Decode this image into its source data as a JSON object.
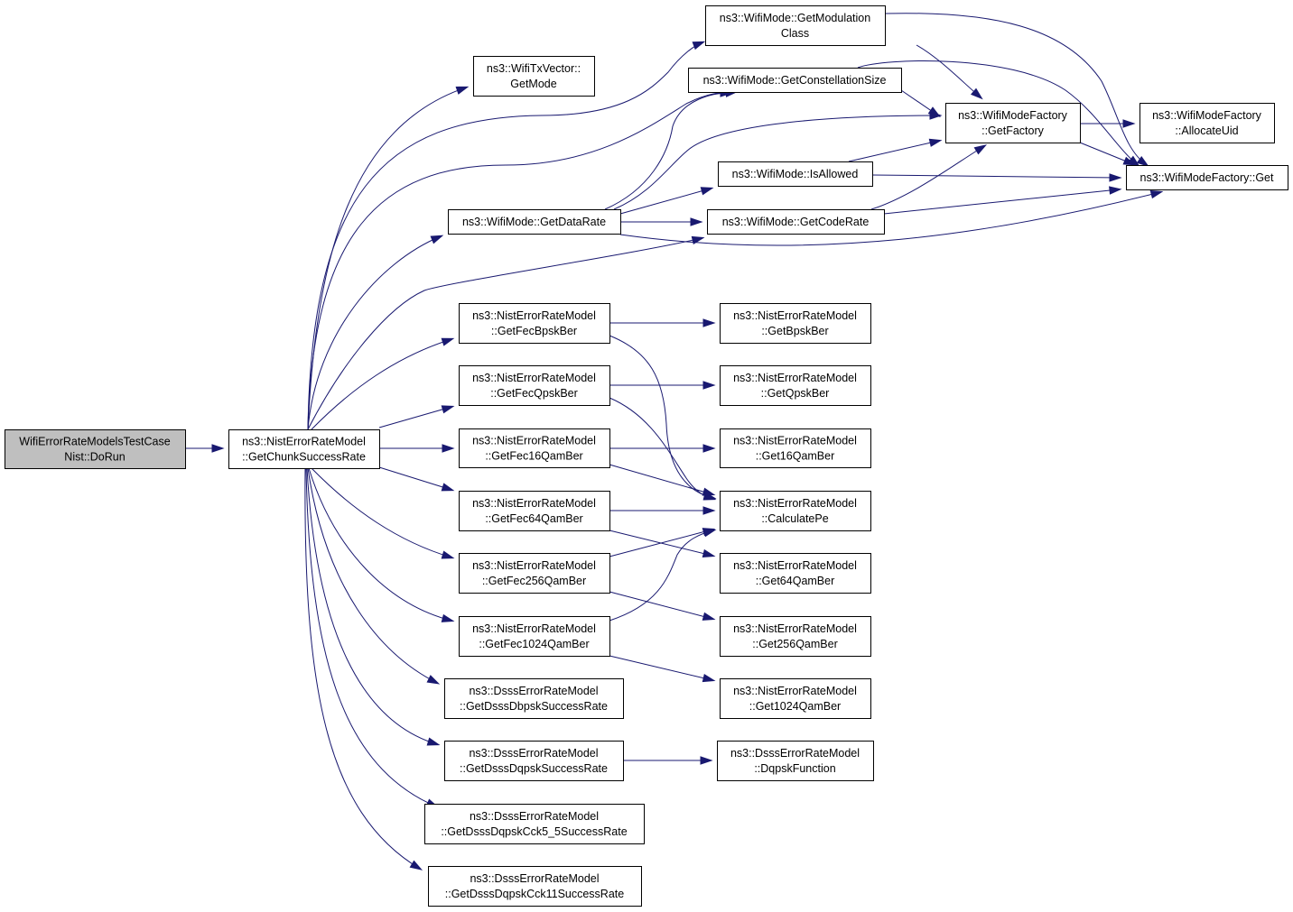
{
  "diagram": {
    "edge_color": "#191970",
    "root_fill": "#bfbfbf",
    "nodes": [
      {
        "id": "doRun",
        "lines": [
          "WifiErrorRateModelsTestCase",
          "Nist::DoRun"
        ],
        "root": true
      },
      {
        "id": "getChunk",
        "lines": [
          "ns3::NistErrorRateModel",
          "::GetChunkSuccessRate"
        ]
      },
      {
        "id": "txGetMode",
        "lines": [
          "ns3::WifiTxVector::",
          "GetMode"
        ]
      },
      {
        "id": "getModClass",
        "lines": [
          "ns3::WifiMode::GetModulation",
          "Class"
        ]
      },
      {
        "id": "getConst",
        "lines": [
          "ns3::WifiMode::GetConstellationSize"
        ]
      },
      {
        "id": "getDataRate",
        "lines": [
          "ns3::WifiMode::GetDataRate"
        ]
      },
      {
        "id": "isAllowed",
        "lines": [
          "ns3::WifiMode::IsAllowed"
        ]
      },
      {
        "id": "getCodeRate",
        "lines": [
          "ns3::WifiMode::GetCodeRate"
        ]
      },
      {
        "id": "getFactory",
        "lines": [
          "ns3::WifiModeFactory",
          "::GetFactory"
        ]
      },
      {
        "id": "allocUid",
        "lines": [
          "ns3::WifiModeFactory",
          "::AllocateUid"
        ]
      },
      {
        "id": "factGet",
        "lines": [
          "ns3::WifiModeFactory::Get"
        ]
      },
      {
        "id": "fecBpsk",
        "lines": [
          "ns3::NistErrorRateModel",
          "::GetFecBpskBer"
        ]
      },
      {
        "id": "fecQpsk",
        "lines": [
          "ns3::NistErrorRateModel",
          "::GetFecQpskBer"
        ]
      },
      {
        "id": "fec16",
        "lines": [
          "ns3::NistErrorRateModel",
          "::GetFec16QamBer"
        ]
      },
      {
        "id": "fec64",
        "lines": [
          "ns3::NistErrorRateModel",
          "::GetFec64QamBer"
        ]
      },
      {
        "id": "fec256",
        "lines": [
          "ns3::NistErrorRateModel",
          "::GetFec256QamBer"
        ]
      },
      {
        "id": "fec1024",
        "lines": [
          "ns3::NistErrorRateModel",
          "::GetFec1024QamBer"
        ]
      },
      {
        "id": "dbpsk",
        "lines": [
          "ns3::DsssErrorRateModel",
          "::GetDsssDbpskSuccessRate"
        ]
      },
      {
        "id": "dqpsk",
        "lines": [
          "ns3::DsssErrorRateModel",
          "::GetDsssDqpskSuccessRate"
        ]
      },
      {
        "id": "cck55",
        "lines": [
          "ns3::DsssErrorRateModel",
          "::GetDsssDqpskCck5_5SuccessRate"
        ]
      },
      {
        "id": "cck11",
        "lines": [
          "ns3::DsssErrorRateModel",
          "::GetDsssDqpskCck11SuccessRate"
        ]
      },
      {
        "id": "bpskBer",
        "lines": [
          "ns3::NistErrorRateModel",
          "::GetBpskBer"
        ]
      },
      {
        "id": "qpskBer",
        "lines": [
          "ns3::NistErrorRateModel",
          "::GetQpskBer"
        ]
      },
      {
        "id": "ber16",
        "lines": [
          "ns3::NistErrorRateModel",
          "::Get16QamBer"
        ]
      },
      {
        "id": "calcPe",
        "lines": [
          "ns3::NistErrorRateModel",
          "::CalculatePe"
        ]
      },
      {
        "id": "ber64",
        "lines": [
          "ns3::NistErrorRateModel",
          "::Get64QamBer"
        ]
      },
      {
        "id": "ber256",
        "lines": [
          "ns3::NistErrorRateModel",
          "::Get256QamBer"
        ]
      },
      {
        "id": "ber1024",
        "lines": [
          "ns3::NistErrorRateModel",
          "::Get1024QamBer"
        ]
      },
      {
        "id": "dqpskFn",
        "lines": [
          "ns3::DsssErrorRateModel",
          "::DqpskFunction"
        ]
      }
    ],
    "edges": [
      [
        "doRun",
        "getChunk"
      ],
      [
        "getChunk",
        "txGetMode"
      ],
      [
        "getChunk",
        "getModClass"
      ],
      [
        "getChunk",
        "getConst"
      ],
      [
        "getChunk",
        "getDataRate"
      ],
      [
        "getChunk",
        "getCodeRate"
      ],
      [
        "getChunk",
        "fecBpsk"
      ],
      [
        "getChunk",
        "fecQpsk"
      ],
      [
        "getChunk",
        "fec16"
      ],
      [
        "getChunk",
        "fec64"
      ],
      [
        "getChunk",
        "fec256"
      ],
      [
        "getChunk",
        "fec1024"
      ],
      [
        "getChunk",
        "dbpsk"
      ],
      [
        "getChunk",
        "dqpsk"
      ],
      [
        "getChunk",
        "cck55"
      ],
      [
        "getChunk",
        "cck11"
      ],
      [
        "getModClass",
        "getFactory"
      ],
      [
        "getModClass",
        "factGet"
      ],
      [
        "getConst",
        "getFactory"
      ],
      [
        "getConst",
        "factGet"
      ],
      [
        "getDataRate",
        "getConst"
      ],
      [
        "getDataRate",
        "getFactory"
      ],
      [
        "getDataRate",
        "isAllowed"
      ],
      [
        "getDataRate",
        "getCodeRate"
      ],
      [
        "getDataRate",
        "factGet"
      ],
      [
        "isAllowed",
        "getFactory"
      ],
      [
        "isAllowed",
        "factGet"
      ],
      [
        "getCodeRate",
        "getFactory"
      ],
      [
        "getCodeRate",
        "factGet"
      ],
      [
        "getFactory",
        "allocUid"
      ],
      [
        "getFactory",
        "factGet"
      ],
      [
        "fecBpsk",
        "bpskBer"
      ],
      [
        "fecBpsk",
        "calcPe"
      ],
      [
        "fecQpsk",
        "qpskBer"
      ],
      [
        "fecQpsk",
        "calcPe"
      ],
      [
        "fec16",
        "ber16"
      ],
      [
        "fec16",
        "calcPe"
      ],
      [
        "fec64",
        "calcPe"
      ],
      [
        "fec64",
        "ber64"
      ],
      [
        "fec256",
        "calcPe"
      ],
      [
        "fec256",
        "ber256"
      ],
      [
        "fec1024",
        "calcPe"
      ],
      [
        "fec1024",
        "ber1024"
      ],
      [
        "dqpsk",
        "dqpskFn"
      ]
    ]
  }
}
